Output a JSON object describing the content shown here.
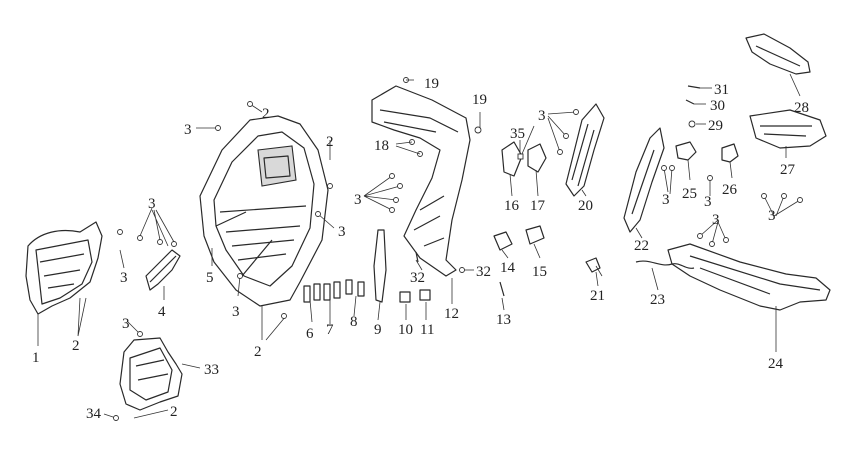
{
  "diagram": {
    "labels": [
      {
        "id": "n1",
        "text": "1"
      },
      {
        "id": "n2a",
        "text": "2"
      },
      {
        "id": "n2b",
        "text": "2"
      },
      {
        "id": "n2c",
        "text": "2"
      },
      {
        "id": "n2d",
        "text": "2"
      },
      {
        "id": "n2e",
        "text": "2"
      },
      {
        "id": "n3a",
        "text": "3"
      },
      {
        "id": "n3b",
        "text": "3"
      },
      {
        "id": "n3c",
        "text": "3"
      },
      {
        "id": "n3d",
        "text": "3"
      },
      {
        "id": "n3e",
        "text": "3"
      },
      {
        "id": "n3f",
        "text": "3"
      },
      {
        "id": "n3g",
        "text": "3"
      },
      {
        "id": "n3h",
        "text": "3"
      },
      {
        "id": "n3i",
        "text": "3"
      },
      {
        "id": "n3j",
        "text": "3"
      },
      {
        "id": "n3k",
        "text": "3"
      },
      {
        "id": "n3l",
        "text": "3"
      },
      {
        "id": "n4",
        "text": "4"
      },
      {
        "id": "n5",
        "text": "5"
      },
      {
        "id": "n6",
        "text": "6"
      },
      {
        "id": "n7",
        "text": "7"
      },
      {
        "id": "n8",
        "text": "8"
      },
      {
        "id": "n9",
        "text": "9"
      },
      {
        "id": "n10",
        "text": "10"
      },
      {
        "id": "n11",
        "text": "11"
      },
      {
        "id": "n12",
        "text": "12"
      },
      {
        "id": "n13",
        "text": "13"
      },
      {
        "id": "n14",
        "text": "14"
      },
      {
        "id": "n15",
        "text": "15"
      },
      {
        "id": "n16",
        "text": "16"
      },
      {
        "id": "n17",
        "text": "17"
      },
      {
        "id": "n18",
        "text": "18"
      },
      {
        "id": "n19a",
        "text": "19"
      },
      {
        "id": "n19b",
        "text": "19"
      },
      {
        "id": "n20",
        "text": "20"
      },
      {
        "id": "n21",
        "text": "21"
      },
      {
        "id": "n22",
        "text": "22"
      },
      {
        "id": "n23",
        "text": "23"
      },
      {
        "id": "n24",
        "text": "24"
      },
      {
        "id": "n25",
        "text": "25"
      },
      {
        "id": "n26",
        "text": "26"
      },
      {
        "id": "n27",
        "text": "27"
      },
      {
        "id": "n28",
        "text": "28"
      },
      {
        "id": "n29",
        "text": "29"
      },
      {
        "id": "n30",
        "text": "30"
      },
      {
        "id": "n31",
        "text": "31"
      },
      {
        "id": "n32a",
        "text": "32"
      },
      {
        "id": "n32b",
        "text": "32"
      },
      {
        "id": "n33",
        "text": "33"
      },
      {
        "id": "n34",
        "text": "34"
      },
      {
        "id": "n35",
        "text": "35"
      }
    ]
  }
}
